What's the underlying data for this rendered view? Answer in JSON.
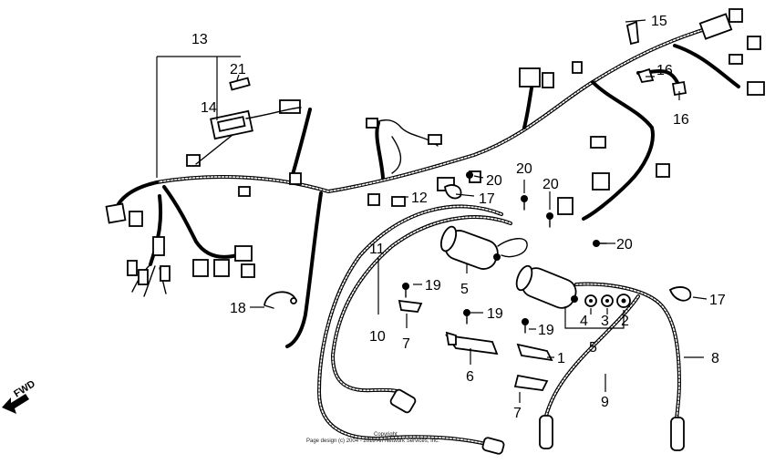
{
  "diagram": {
    "part_numbers": {
      "p1": "1",
      "p2": "2",
      "p3": "3",
      "p4": "4",
      "p5a": "5",
      "p5b": "5",
      "p6": "6",
      "p7a": "7",
      "p7b": "7",
      "p8": "8",
      "p9": "9",
      "p10": "10",
      "p11": "11",
      "p12": "12",
      "p13": "13",
      "p14": "14",
      "p15": "15",
      "p16a": "16",
      "p16b": "16",
      "p17a": "17",
      "p17b": "17",
      "p18": "18",
      "p19a": "19",
      "p19b": "19",
      "p19c": "19",
      "p20a": "20",
      "p20b": "20",
      "p20c": "20",
      "p20d": "20",
      "p21": "21"
    },
    "direction_label": "FWD",
    "copyright_line1": "Copyright",
    "copyright_line2": "Page design (c) 2004 - 2018 Ari Network Services, Inc."
  }
}
